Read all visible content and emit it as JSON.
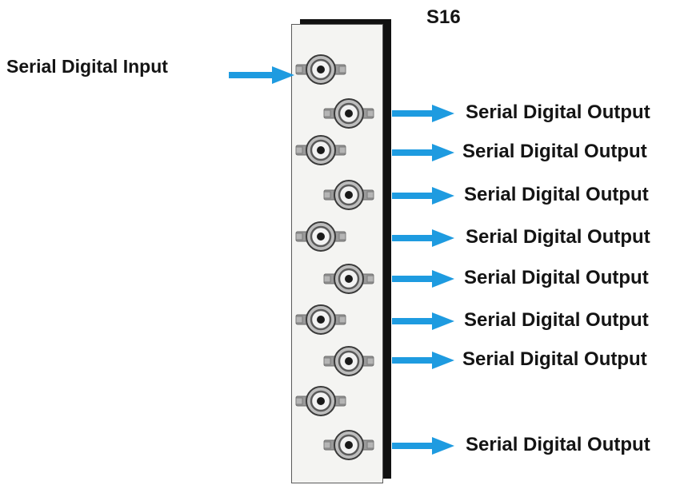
{
  "device": {
    "model_label": "S16"
  },
  "input": {
    "label": "Serial Digital Input"
  },
  "outputs": [
    {
      "label": "Serial Digital Output"
    },
    {
      "label": "Serial Digital Output"
    },
    {
      "label": "Serial Digital Output"
    },
    {
      "label": "Serial Digital Output"
    },
    {
      "label": "Serial Digital Output"
    },
    {
      "label": "Serial Digital Output"
    },
    {
      "label": "Serial Digital Output"
    },
    {
      "label": "Serial Digital Output"
    }
  ],
  "colors": {
    "arrow": "#1e9be0",
    "panel": "#f4f4f2",
    "connector_ring": "#bdbdbd",
    "text": "#141414"
  },
  "icons": {
    "connector": "bnc-connector-icon",
    "arrow": "arrow-right-icon"
  }
}
